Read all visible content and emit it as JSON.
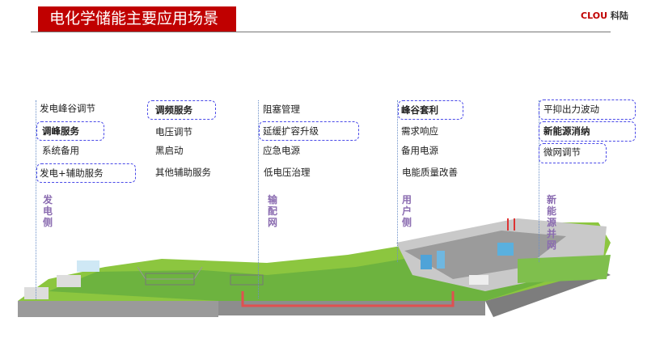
{
  "header": {
    "title": "电化学储能主要应用场景",
    "logo": {
      "mark": "CLOU",
      "name": "科陆"
    }
  },
  "colors": {
    "title_bg": "#c00000",
    "box_border": "#4a4ae8",
    "side_label": "#8a6bb0"
  },
  "columns": [
    {
      "items": [
        "发电峰谷调节",
        "调峰服务",
        "系统备用",
        "发电+辅助服务"
      ],
      "side_label": "发电侧"
    },
    {
      "items": [
        "调频服务",
        "电压调节",
        "黑启动",
        "其他辅助服务"
      ],
      "side_label": ""
    },
    {
      "items": [
        "阻塞管理",
        "延缓扩容升级",
        "应急电源",
        "低电压治理"
      ],
      "side_label": "输配网"
    },
    {
      "items": [
        "峰谷套利",
        "需求响应",
        "备用电源",
        "电能质量改善"
      ],
      "side_label": "用户侧"
    },
    {
      "items": [
        "平抑出力波动",
        "新能源消纳",
        "微网调节"
      ],
      "side_label": "新能源并网"
    }
  ]
}
